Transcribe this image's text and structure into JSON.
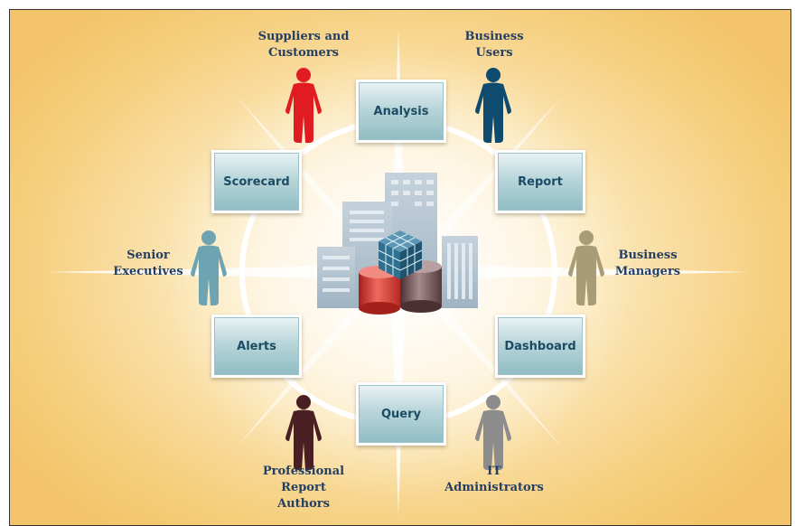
{
  "boxes": {
    "analysis": "Analysis",
    "report": "Report",
    "dashboard": "Dashboard",
    "query": "Query",
    "alerts": "Alerts",
    "scorecard": "Scorecard"
  },
  "people": {
    "suppliers": {
      "line1": "Suppliers and",
      "line2": "Customers",
      "color": "#e11b22"
    },
    "business_users": {
      "line1": "Business",
      "line2": "Users",
      "color": "#0e4b6e"
    },
    "business_managers": {
      "line1": "Business",
      "line2": "Managers",
      "color": "#a89c78"
    },
    "it_admins": {
      "line1": "IT",
      "line2": "Administrators",
      "color": "#8c8c8c"
    },
    "report_authors": {
      "line1": "Professional",
      "line2": "Report",
      "line3": "Authors",
      "color": "#4a1f23"
    },
    "senior_execs": {
      "line1": "Senior",
      "line2": "Executives",
      "color": "#6ea3b2"
    }
  },
  "colors": {
    "ring": "#ffffff",
    "box_text": "#1c4b64",
    "label_text": "#243f63",
    "cylinder_red": "#d8332b",
    "cylinder_dark": "#6a4a4c",
    "cube": "#2f6f8f"
  }
}
